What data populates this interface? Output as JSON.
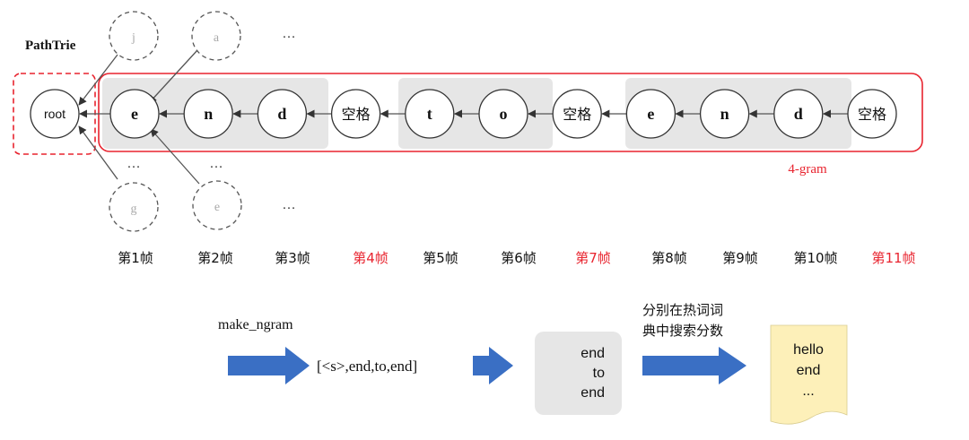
{
  "title": "PathTrie",
  "root_label": "root",
  "chain_nodes": [
    {
      "label": "e",
      "kind": "char"
    },
    {
      "label": "n",
      "kind": "char"
    },
    {
      "label": "d",
      "kind": "char"
    },
    {
      "label": "空格",
      "kind": "space"
    },
    {
      "label": "t",
      "kind": "char"
    },
    {
      "label": "o",
      "kind": "char"
    },
    {
      "label": "空格",
      "kind": "space"
    },
    {
      "label": "e",
      "kind": "char"
    },
    {
      "label": "n",
      "kind": "char"
    },
    {
      "label": "d",
      "kind": "char"
    },
    {
      "label": "空格",
      "kind": "space"
    }
  ],
  "branch_top": {
    "j": "j",
    "a": "a",
    "ellipsis": "…"
  },
  "branch_bottom": {
    "g": "g",
    "e": "e",
    "ellipsis": "…"
  },
  "mid_ellipsis": {
    "left": "…",
    "right": "…"
  },
  "ngram_label": "4-gram",
  "frames": [
    {
      "label": "第1帧",
      "highlight": false
    },
    {
      "label": "第2帧",
      "highlight": false
    },
    {
      "label": "第3帧",
      "highlight": false
    },
    {
      "label": "第4帧",
      "highlight": true
    },
    {
      "label": "第5帧",
      "highlight": false
    },
    {
      "label": "第6帧",
      "highlight": false
    },
    {
      "label": "第7帧",
      "highlight": true
    },
    {
      "label": "第8帧",
      "highlight": false
    },
    {
      "label": "第9帧",
      "highlight": false
    },
    {
      "label": "第10帧",
      "highlight": false
    },
    {
      "label": "第11帧",
      "highlight": true
    }
  ],
  "flow": {
    "make_ngram_label": "make_ngram",
    "ngram_list": "[<s>,end,to,end]",
    "box_lines": [
      "end",
      "to",
      "end"
    ],
    "search_label_line1": "分别在热词词",
    "search_label_line2": "典中搜索分数",
    "doc_lines": [
      "hello",
      "end",
      "..."
    ]
  },
  "colors": {
    "highlight_red": "#e8242f",
    "arrow_blue": "#3a6fc4",
    "group_gray": "#e6e6e6",
    "doc_yellow": "#fdf0b9",
    "node_stroke": "#333333",
    "faded": "#aaaaaa"
  }
}
